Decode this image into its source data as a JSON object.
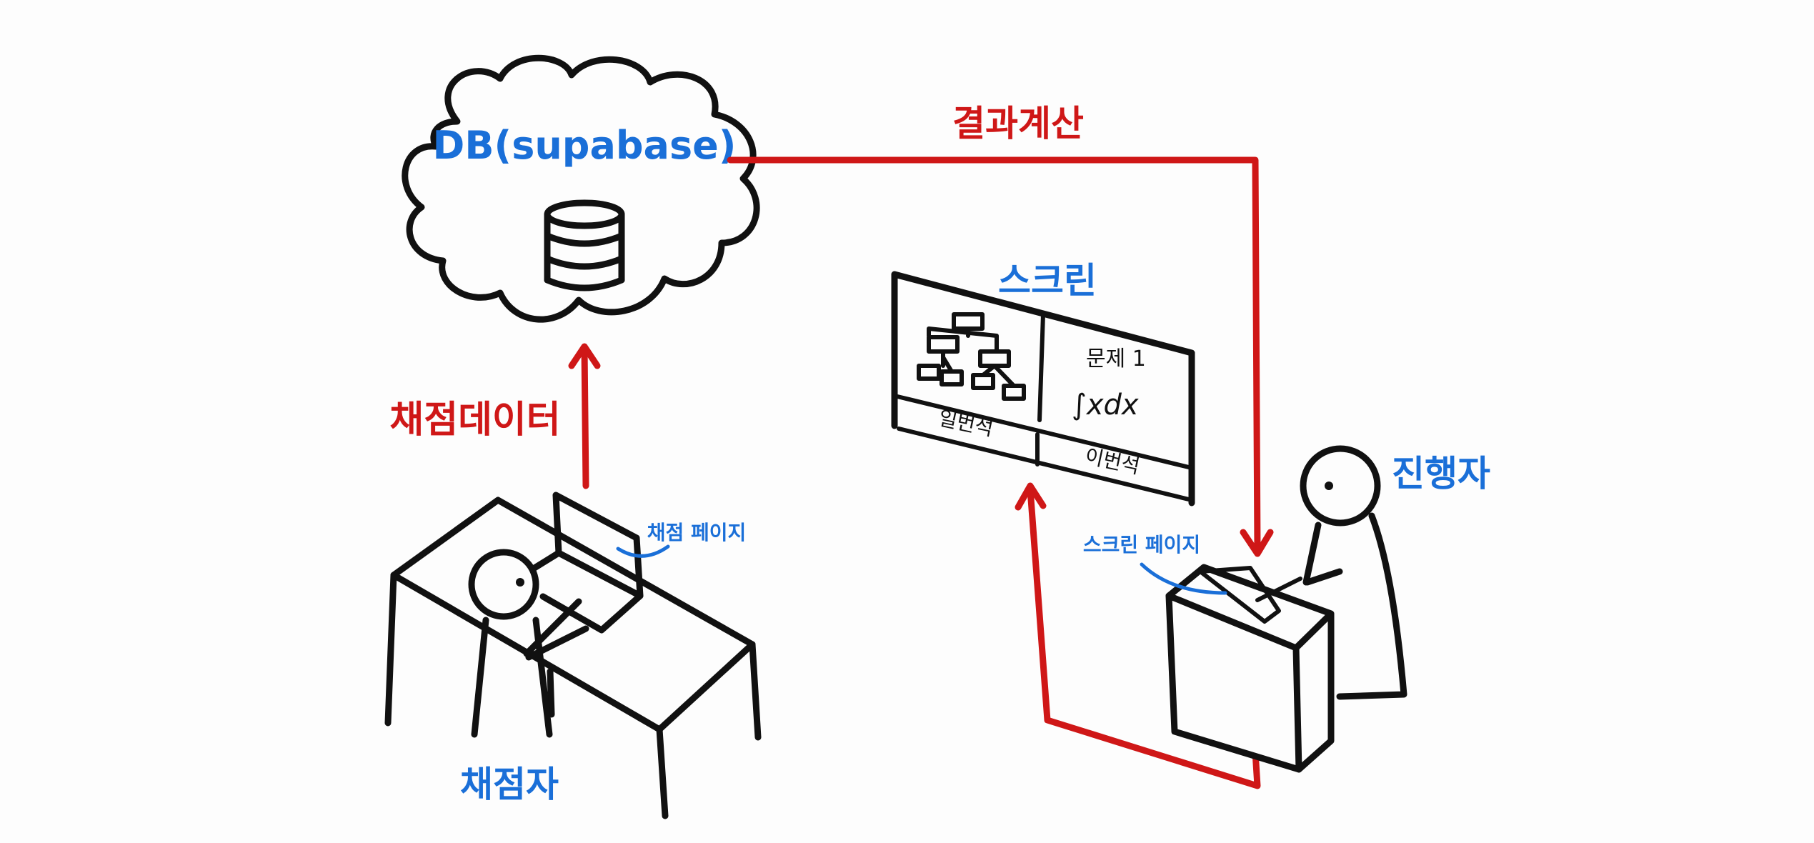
{
  "colors": {
    "flow": "#cf1717",
    "label": "#1a6fd8",
    "ink": "#111111",
    "background": "#fdfdfd"
  },
  "db": {
    "label": "DB(supabase)",
    "icon": "database-icon"
  },
  "flows": {
    "result_calc": "결과계산",
    "grading_data": "채점데이터"
  },
  "screen": {
    "title": "스크린",
    "problem_label": "문제 1",
    "problem_formula": "∫xdx",
    "seat_1": "일번석",
    "seat_2": "이번석",
    "diagram_icon": "org-chart-icon"
  },
  "grader": {
    "label": "채점자",
    "page_label": "채점 페이지"
  },
  "host": {
    "label": "진행자",
    "page_label": "스크린 페이지"
  }
}
